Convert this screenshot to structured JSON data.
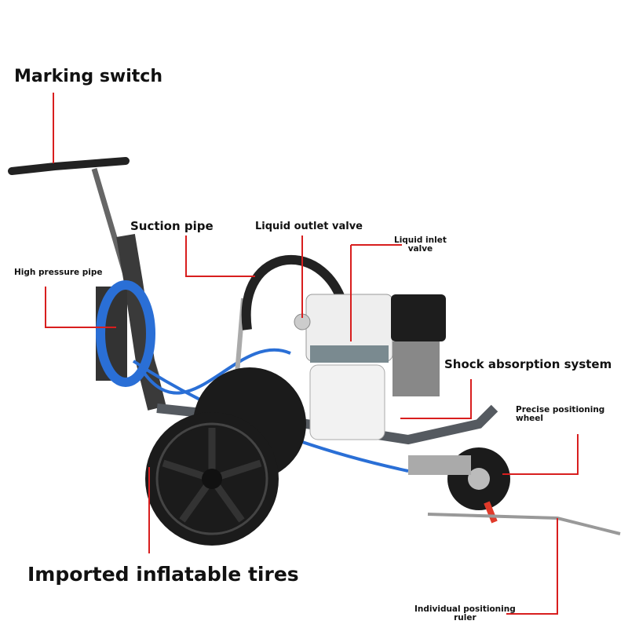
{
  "labels": {
    "marking_switch": "Marking switch",
    "suction_pipe": "Suction pipe",
    "liquid_outlet_valve": "Liquid outlet valve",
    "liquid_inlet_valve_1": "Liquid inlet",
    "liquid_inlet_valve_2": "valve",
    "high_pressure_pipe": "High pressure pipe",
    "shock_absorption_system": "Shock absorption system",
    "precise_positioning_wheel_1": "Precise positioning",
    "precise_positioning_wheel_2": "wheel",
    "imported_inflatable_tires": "Imported inflatable tires",
    "individual_positioning_ruler_1": "Individual positioning",
    "individual_positioning_ruler_2": "ruler"
  },
  "colors": {
    "leader": "#d81e1e",
    "hose": "#2a6fd6",
    "frame": "#555a60",
    "tire": "#1b1b1b"
  }
}
